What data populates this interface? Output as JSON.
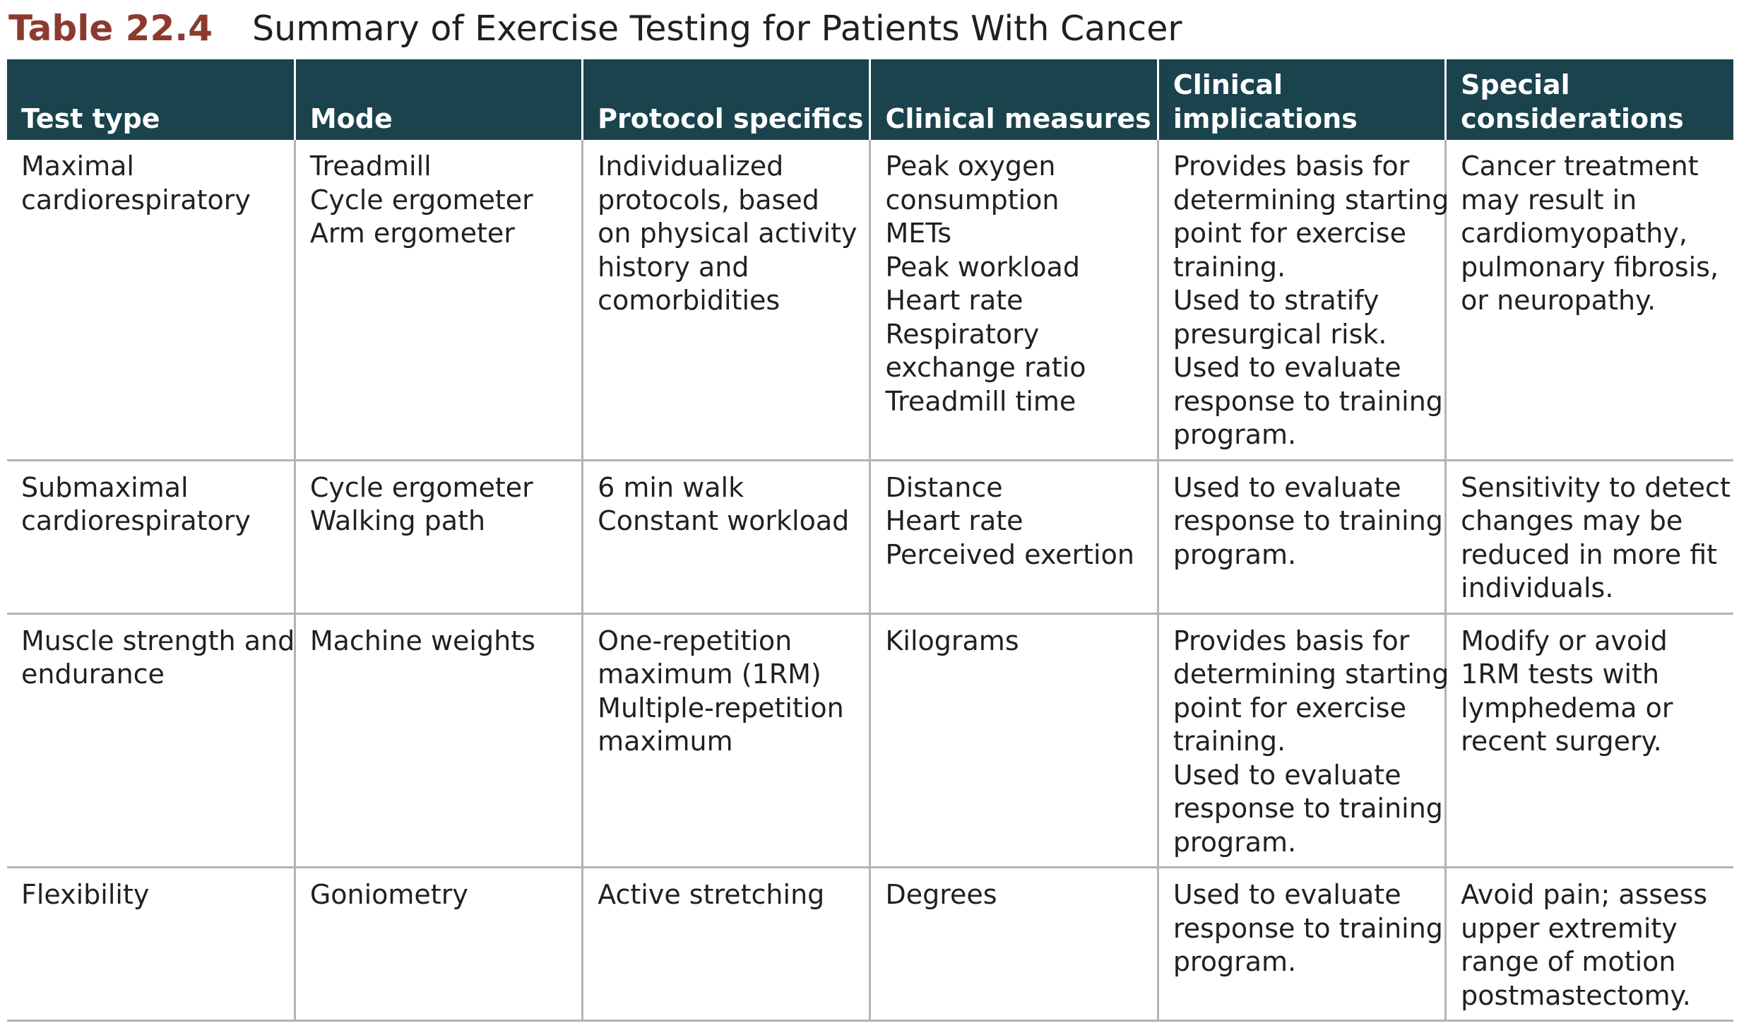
{
  "title": {
    "label": "Table 22.4",
    "caption": "Summary of Exercise Testing for Patients With Cancer"
  },
  "columns": [
    [
      "Test type"
    ],
    [
      "Mode"
    ],
    [
      "Protocol specifics"
    ],
    [
      "Clinical measures"
    ],
    [
      "Clinical",
      "implications"
    ],
    [
      "Special",
      "considerations"
    ]
  ],
  "rows": [
    [
      [
        "Maximal",
        "cardiorespiratory"
      ],
      [
        "Treadmill",
        "Cycle ergometer",
        "Arm ergometer"
      ],
      [
        "Individualized",
        "protocols, based",
        "on physical activity",
        "history and",
        "comorbidities"
      ],
      [
        "Peak oxygen",
        "consumption",
        "METs",
        "Peak workload",
        "Heart rate",
        "Respiratory",
        "exchange ratio",
        "Treadmill time"
      ],
      [
        "Provides basis for",
        "determining starting",
        "point for exercise",
        "training.",
        "Used to stratify",
        "presurgical risk.",
        "Used to evaluate",
        "response to training",
        "program."
      ],
      [
        "Cancer treatment",
        "may result in",
        "cardiomyopathy,",
        "pulmonary fibrosis,",
        "or neuropathy."
      ]
    ],
    [
      [
        "Submaximal",
        "cardiorespiratory"
      ],
      [
        "Cycle ergometer",
        "Walking path"
      ],
      [
        "6 min walk",
        "Constant workload"
      ],
      [
        "Distance",
        "Heart rate",
        "Perceived exertion"
      ],
      [
        "Used to evaluate",
        "response to training",
        "program."
      ],
      [
        "Sensitivity to detect",
        "changes may be",
        "reduced in more fit",
        "individuals."
      ]
    ],
    [
      [
        "Muscle strength and",
        "endurance"
      ],
      [
        "Machine weights"
      ],
      [
        "One-repetition",
        "maximum (1RM)",
        "Multiple-repetition",
        "maximum"
      ],
      [
        "Kilograms"
      ],
      [
        "Provides basis for",
        "determining starting",
        "point for exercise",
        "training.",
        "Used to evaluate",
        "response to training",
        "program."
      ],
      [
        "Modify or avoid",
        "1RM tests with",
        "lymphedema or",
        "recent surgery."
      ]
    ],
    [
      [
        "Flexibility"
      ],
      [
        "Goniometry"
      ],
      [
        "Active stretching"
      ],
      [
        "Degrees"
      ],
      [
        "Used to evaluate",
        "response to training",
        "program."
      ],
      [
        "Avoid pain; assess",
        "upper extremity",
        "range of motion",
        "postmastectomy."
      ]
    ]
  ]
}
